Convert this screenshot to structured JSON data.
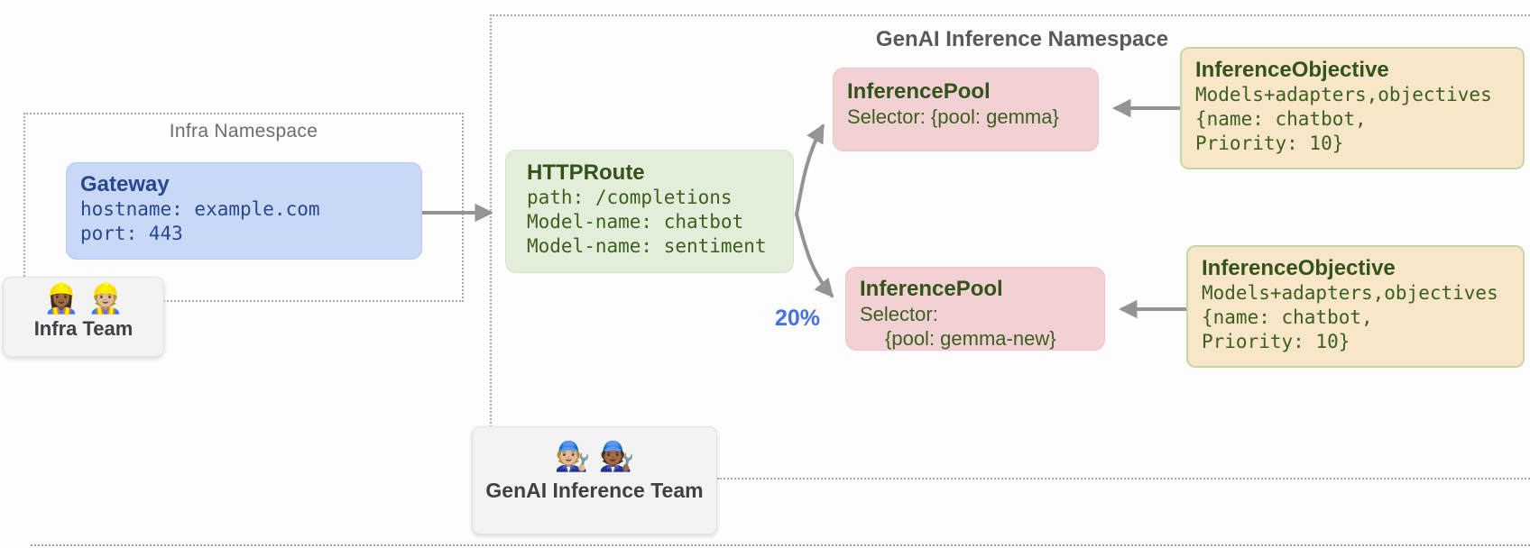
{
  "infra_namespace": {
    "title": "Infra Namespace",
    "gateway": {
      "title": "Gateway",
      "lines": [
        "hostname: example.com",
        "port: 443"
      ]
    },
    "team": {
      "icon": "👷🏾‍♀️ 👷🏼",
      "label": "Infra Team"
    }
  },
  "genai_namespace": {
    "title": "GenAI Inference Namespace",
    "httproute": {
      "title": "HTTPRoute",
      "lines": [
        "path: /completions",
        "Model-name: chatbot",
        "Model-name: sentiment"
      ]
    },
    "pool_top": {
      "title": "InferencePool",
      "lines": [
        "Selector: {pool: gemma}"
      ]
    },
    "pool_bottom": {
      "title": "InferencePool",
      "lines": [
        "Selector:",
        "{pool: gemma-new}"
      ]
    },
    "objective_top": {
      "title": "InferenceObjective",
      "lines": [
        "Models+adapters,objectives",
        "{name: chatbot,",
        "Priority: 10}"
      ]
    },
    "objective_bottom": {
      "title": "InferenceObjective",
      "lines": [
        "Models+adapters,objectives",
        "{name: chatbot,",
        "Priority: 10}"
      ]
    },
    "traffic_split_label": "20%",
    "team": {
      "icon": "🧑🏼‍🔧 🧑🏾‍🔧",
      "label": "GenAI Inference Team"
    }
  },
  "colors": {
    "gateway_fill": "#c8d8f6",
    "route_fill": "#e2eeda",
    "pool_fill": "#f2d1d4",
    "objective_fill": "#f8e6c9",
    "objective_border": "#c3d8a5",
    "arrow": "#949494",
    "traffic_split": "#4472e2",
    "dark_green_text": "#3c5f1e",
    "dark_blue_text": "#27488e"
  }
}
